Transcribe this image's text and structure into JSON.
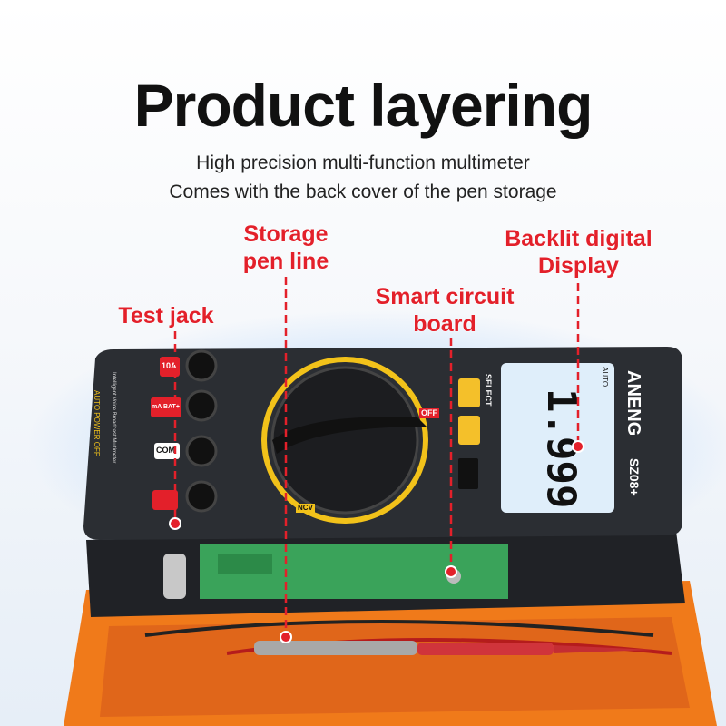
{
  "header": {
    "title": "Product layering",
    "subtitle_1": "High precision multi-function multimeter",
    "subtitle_2": "Comes with the back cover of the pen storage"
  },
  "callouts": [
    {
      "line1": "Test jack",
      "line2": ""
    },
    {
      "line1": "Storage",
      "line2": "pen line"
    },
    {
      "line1": "Smart circuit",
      "line2": "board"
    },
    {
      "line1": "Backlit digital",
      "line2": "Display"
    }
  ],
  "device": {
    "brand": "ANENG",
    "model": "SZ08+",
    "select_label": "SELECT",
    "com_label": "COM",
    "jack_10a": "10A",
    "jack_ma": "mA BAT+",
    "auto_power_off": "AUTO POWER OFF",
    "description": "Intelligent Voice Broadcast Multimeter",
    "off_label": "OFF",
    "ncv_label": "NCV",
    "display_reading": "1.999",
    "display_auto": "AUTO",
    "colors": {
      "accent": "#e3202a",
      "body": "#2b2e33",
      "dial_ring": "#f2c21a",
      "button": "#f4c02a",
      "case": "#f07a1a",
      "pcb": "#3aa35a",
      "lcd": "#dfeefa"
    }
  }
}
